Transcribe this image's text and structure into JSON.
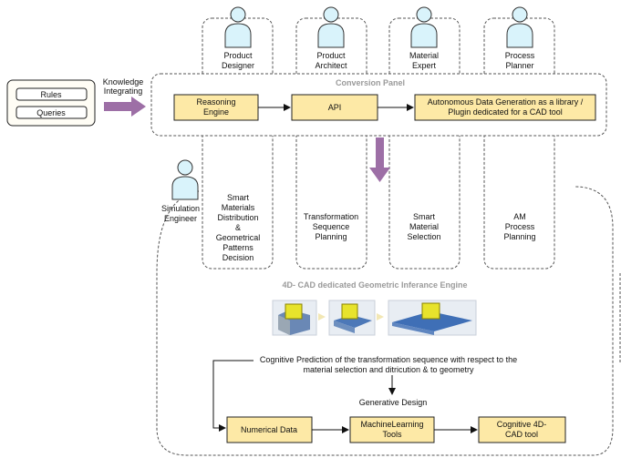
{
  "inputs": {
    "rules": "Rules",
    "queries": "Queries",
    "arrow_label_1": "Knowledge",
    "arrow_label_2": "Integrating"
  },
  "roles": {
    "product_designer": [
      "Product",
      "Designer"
    ],
    "product_architect": [
      "Product",
      "Architect"
    ],
    "material_expert": [
      "Material",
      "Expert"
    ],
    "process_planner": [
      "Process",
      "Planner"
    ],
    "simulation_engineer": [
      "Simulation",
      "Engineer"
    ]
  },
  "conversion_panel": {
    "title": "Conversion Panel",
    "reasoning_engine": [
      "Reasoning",
      "Engine"
    ],
    "api": "API",
    "autonomous_generation": [
      "Autonomous Data Generation as a library /",
      "Plugin dedicated for a CAD tool"
    ]
  },
  "lanes": {
    "smart_distribution": [
      "Smart",
      "Materials",
      "Distribution",
      "&",
      "Geometrical",
      "Patterns",
      "Decision"
    ],
    "transformation_planning": [
      "Transformation",
      "Sequence",
      "Planning"
    ],
    "material_selection": [
      "Smart",
      "Material",
      "Selection"
    ],
    "am_planning": [
      "AM",
      "Process",
      "Planning"
    ]
  },
  "engine": {
    "title": "4D- CAD dedicated Geometric Inferance Engine"
  },
  "bottom": {
    "cognitive_prediction": [
      "Cognitive Prediction of the transformation sequence with respect to the",
      "material selection and ditricution & to geometry"
    ],
    "generative_design": "Generative Design",
    "numerical_data": "Numerical Data",
    "ml_tools": [
      "MachineLearning",
      "Tools"
    ],
    "cad_tool": [
      "Cognitive 4D-",
      "CAD tool"
    ]
  },
  "colors": {
    "box_fill": "#fde9a6",
    "arrow_purple": "#9d6fa6",
    "person_fill": "#d9f3fb"
  }
}
